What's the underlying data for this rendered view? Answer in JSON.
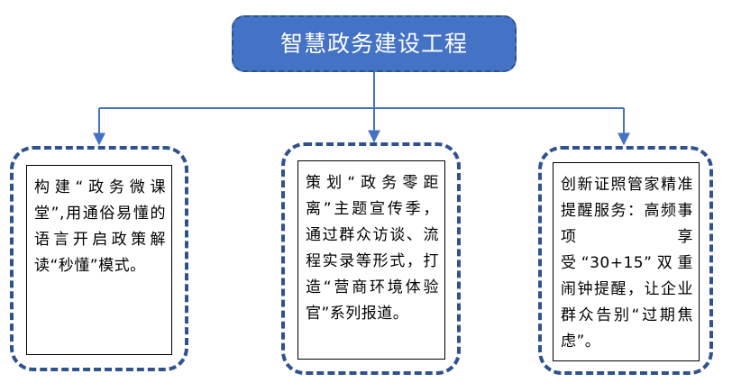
{
  "title": "智慧政务建设工程",
  "boxes": [
    {
      "text": "构建“政务微课堂”,用通俗易懂的语言开启政策解读“秒懂”模式。"
    },
    {
      "text": "策划“政务零距离”主题宣传季，通过群众访谈、流程实录等形式，打造“营商环境体验官”系列报道。"
    },
    {
      "text": "创新证照管家精准提醒服务：高频事项享受“30+15”双重闹钟提醒，让企业群众告别“过期焦虑”。"
    }
  ],
  "colors": {
    "title_fill": "#4472c4",
    "box_border": "#2f528f",
    "connector": "#4472c4"
  }
}
